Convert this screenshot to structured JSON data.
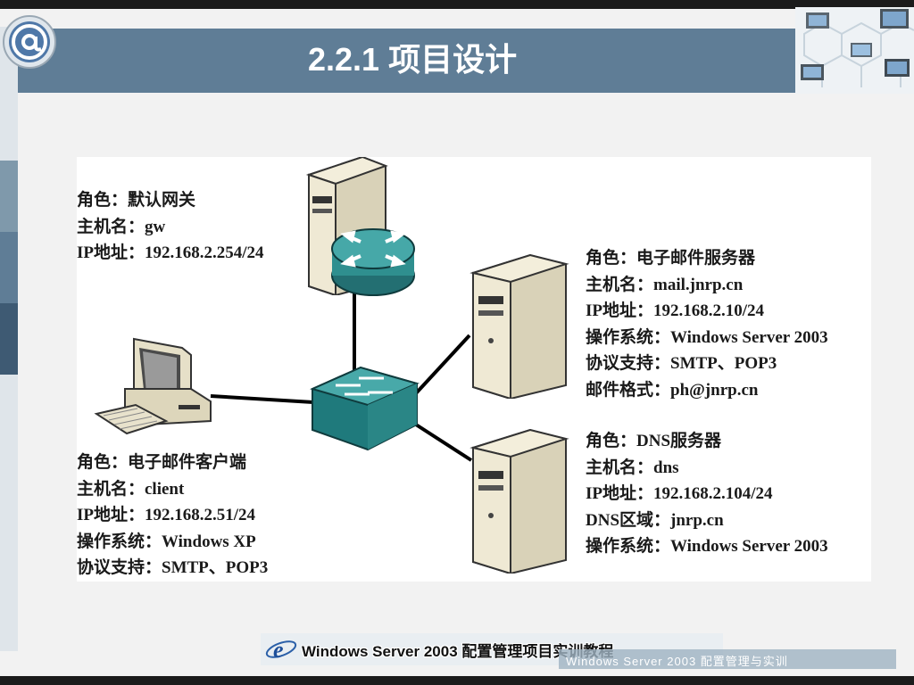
{
  "slide": {
    "title": "2.2.1  项目设计",
    "footer_text": "Windows Server 2003 配置管理项目实训教程",
    "footer_ghost_text": "Windows Server 2003 配置管理与实训"
  },
  "nodes": {
    "gateway": {
      "lines": [
        "角色：默认网关",
        "主机名：gw",
        "IP地址：192.168.2.254/24"
      ]
    },
    "mail_server": {
      "lines": [
        "角色：电子邮件服务器",
        "主机名：mail.jnrp.cn",
        "IP地址：192.168.2.10/24",
        "操作系统：Windows Server 2003",
        "协议支持：SMTP、POP3",
        "邮件格式：ph@jnrp.cn"
      ]
    },
    "dns_server": {
      "lines": [
        "角色：DNS服务器",
        "主机名：dns",
        "IP地址：192.168.2.104/24",
        "DNS区域：jnrp.cn",
        "操作系统：Windows Server 2003"
      ]
    },
    "client": {
      "lines": [
        "角色：电子邮件客户端",
        "主机名：client",
        "IP地址：192.168.2.51/24",
        "操作系统：Windows XP",
        "协议支持：SMTP、POP3"
      ]
    }
  },
  "icons": {
    "logo": "at-sign-icon",
    "corner": "network-computers-icon",
    "footer": "ie-logo-icon"
  },
  "colors": {
    "title_bar": "#5f7d96",
    "router_teal": "#2f8f8f",
    "server_beige": "#ece6cf"
  }
}
